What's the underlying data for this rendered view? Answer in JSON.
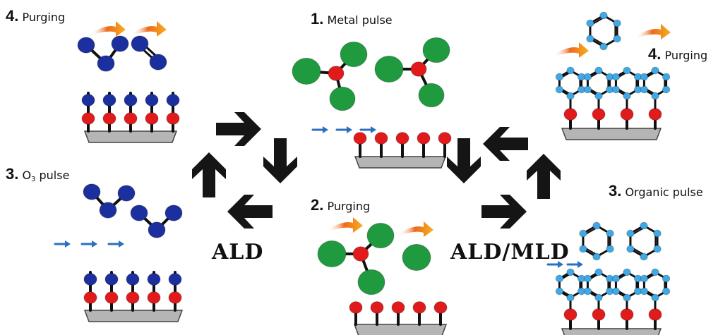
{
  "steps": {
    "ald_purging": {
      "num": "4.",
      "text": "Purging"
    },
    "metal_pulse": {
      "num": "1.",
      "text": "Metal pulse"
    },
    "mld_purging": {
      "num": "4.",
      "text": "Purging"
    },
    "o3_pulse": {
      "num": "3.",
      "text_pre": "O",
      "text_sub": "3",
      "text_post": " pulse"
    },
    "ald_purging_2": {
      "num": "2.",
      "text": "Purging"
    },
    "organic_pulse": {
      "num": "3.",
      "text": "Organic pulse"
    }
  },
  "cycles": {
    "ald": "ALD",
    "ald_mld": "ALD/MLD"
  },
  "colors": {
    "metal": "#1f9a3e",
    "oxygen": "#1c2f9e",
    "linker": "#e11b1b",
    "organic": "#3fa9e6",
    "substrate": "#b5b5b5",
    "flow_arrow": "#2a6fc2",
    "purge_arrow": "#ee6a1c",
    "cycle_arrow": "#151515"
  }
}
